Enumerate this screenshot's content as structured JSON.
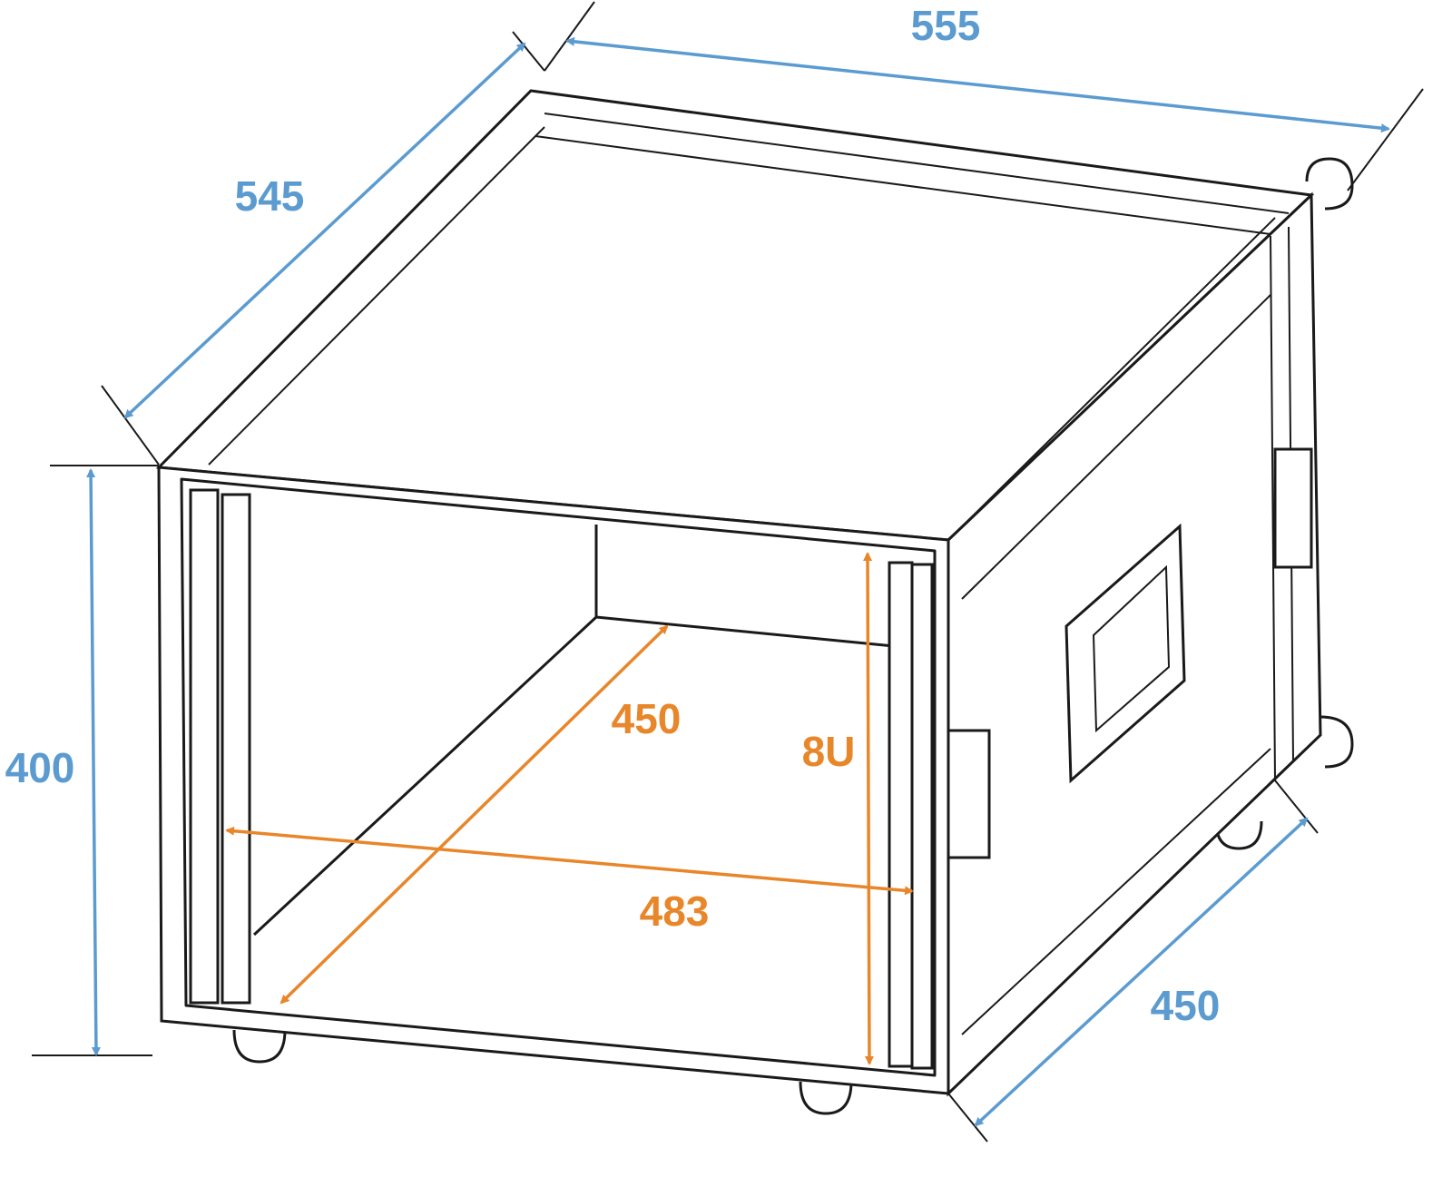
{
  "colors": {
    "outer_dimension": "#5b9bd0",
    "inner_dimension": "#e8862a",
    "outline": "#1a1a1a"
  },
  "dimensions": {
    "outer_width": "555",
    "outer_depth": "545",
    "outer_height": "400",
    "side_depth": "450",
    "inner_depth": "450",
    "inner_width": "483",
    "rack_units": "8U"
  }
}
